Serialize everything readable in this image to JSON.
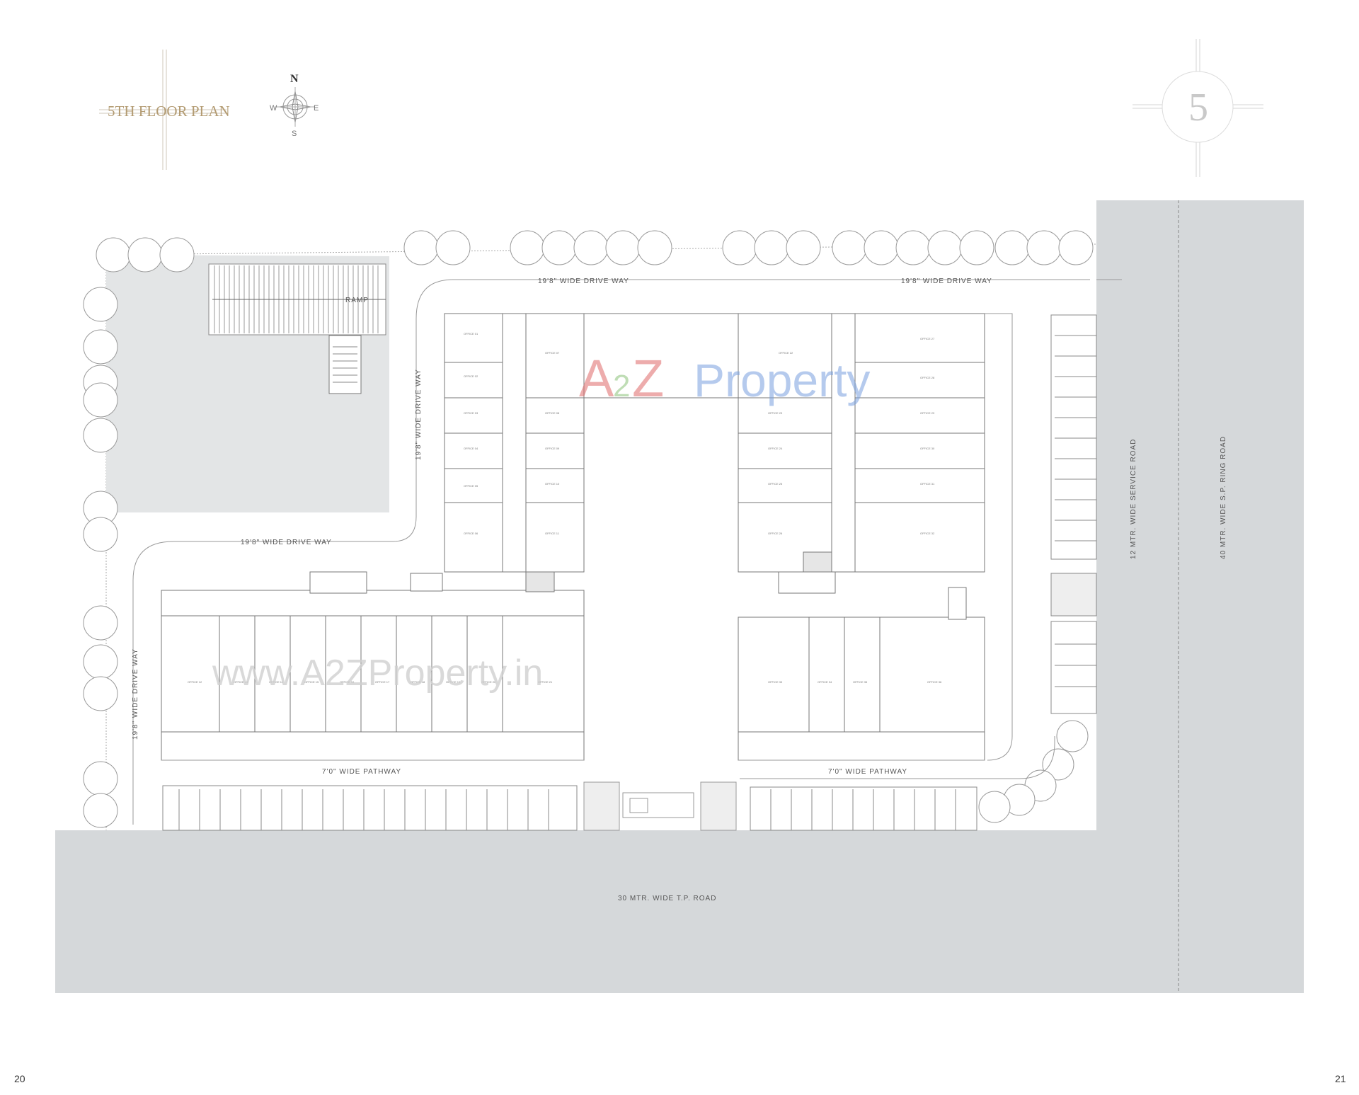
{
  "header": {
    "floor_plan_title": "5TH FLOOR PLAN",
    "floor_number": "5"
  },
  "compass": {
    "north": "N",
    "south": "S",
    "east": "E",
    "west": "W"
  },
  "roads": {
    "bottom_road": "30 MTR. WIDE T.P. ROAD",
    "service_road": "12 MTR. WIDE SERVICE ROAD",
    "ring_road": "40 MTR. WIDE S.P. RING ROAD"
  },
  "labels": {
    "ramp": "RAMP",
    "drive_way_top_left": "19'8\" WIDE DRIVE WAY",
    "drive_way_top_right": "19'8\" WIDE DRIVE WAY",
    "drive_way_vertical_upper": "19'8\" WIDE DRIVE WAY",
    "drive_way_middle": "19'8\" WIDE DRIVE WAY",
    "drive_way_vertical_lower": "19'8\" WIDE DRIVE WAY",
    "pathway_left": "7'0\" WIDE PATHWAY",
    "pathway_right": "7'0\" WIDE PATHWAY"
  },
  "watermarks": {
    "logo_a": "A",
    "logo_2": "2",
    "logo_z": "Z",
    "logo_property": "Property",
    "url": "www.A2ZProperty.in"
  },
  "pages": {
    "left": "20",
    "right": "21"
  },
  "colors": {
    "road": "#d5d8da",
    "line": "#8a8a8a",
    "title_gold": "#b39b72",
    "logo_red": "#e06a6a",
    "logo_green": "#8bc37a",
    "logo_blue": "#7aa0e0",
    "logo_yellow": "#f0d060"
  }
}
